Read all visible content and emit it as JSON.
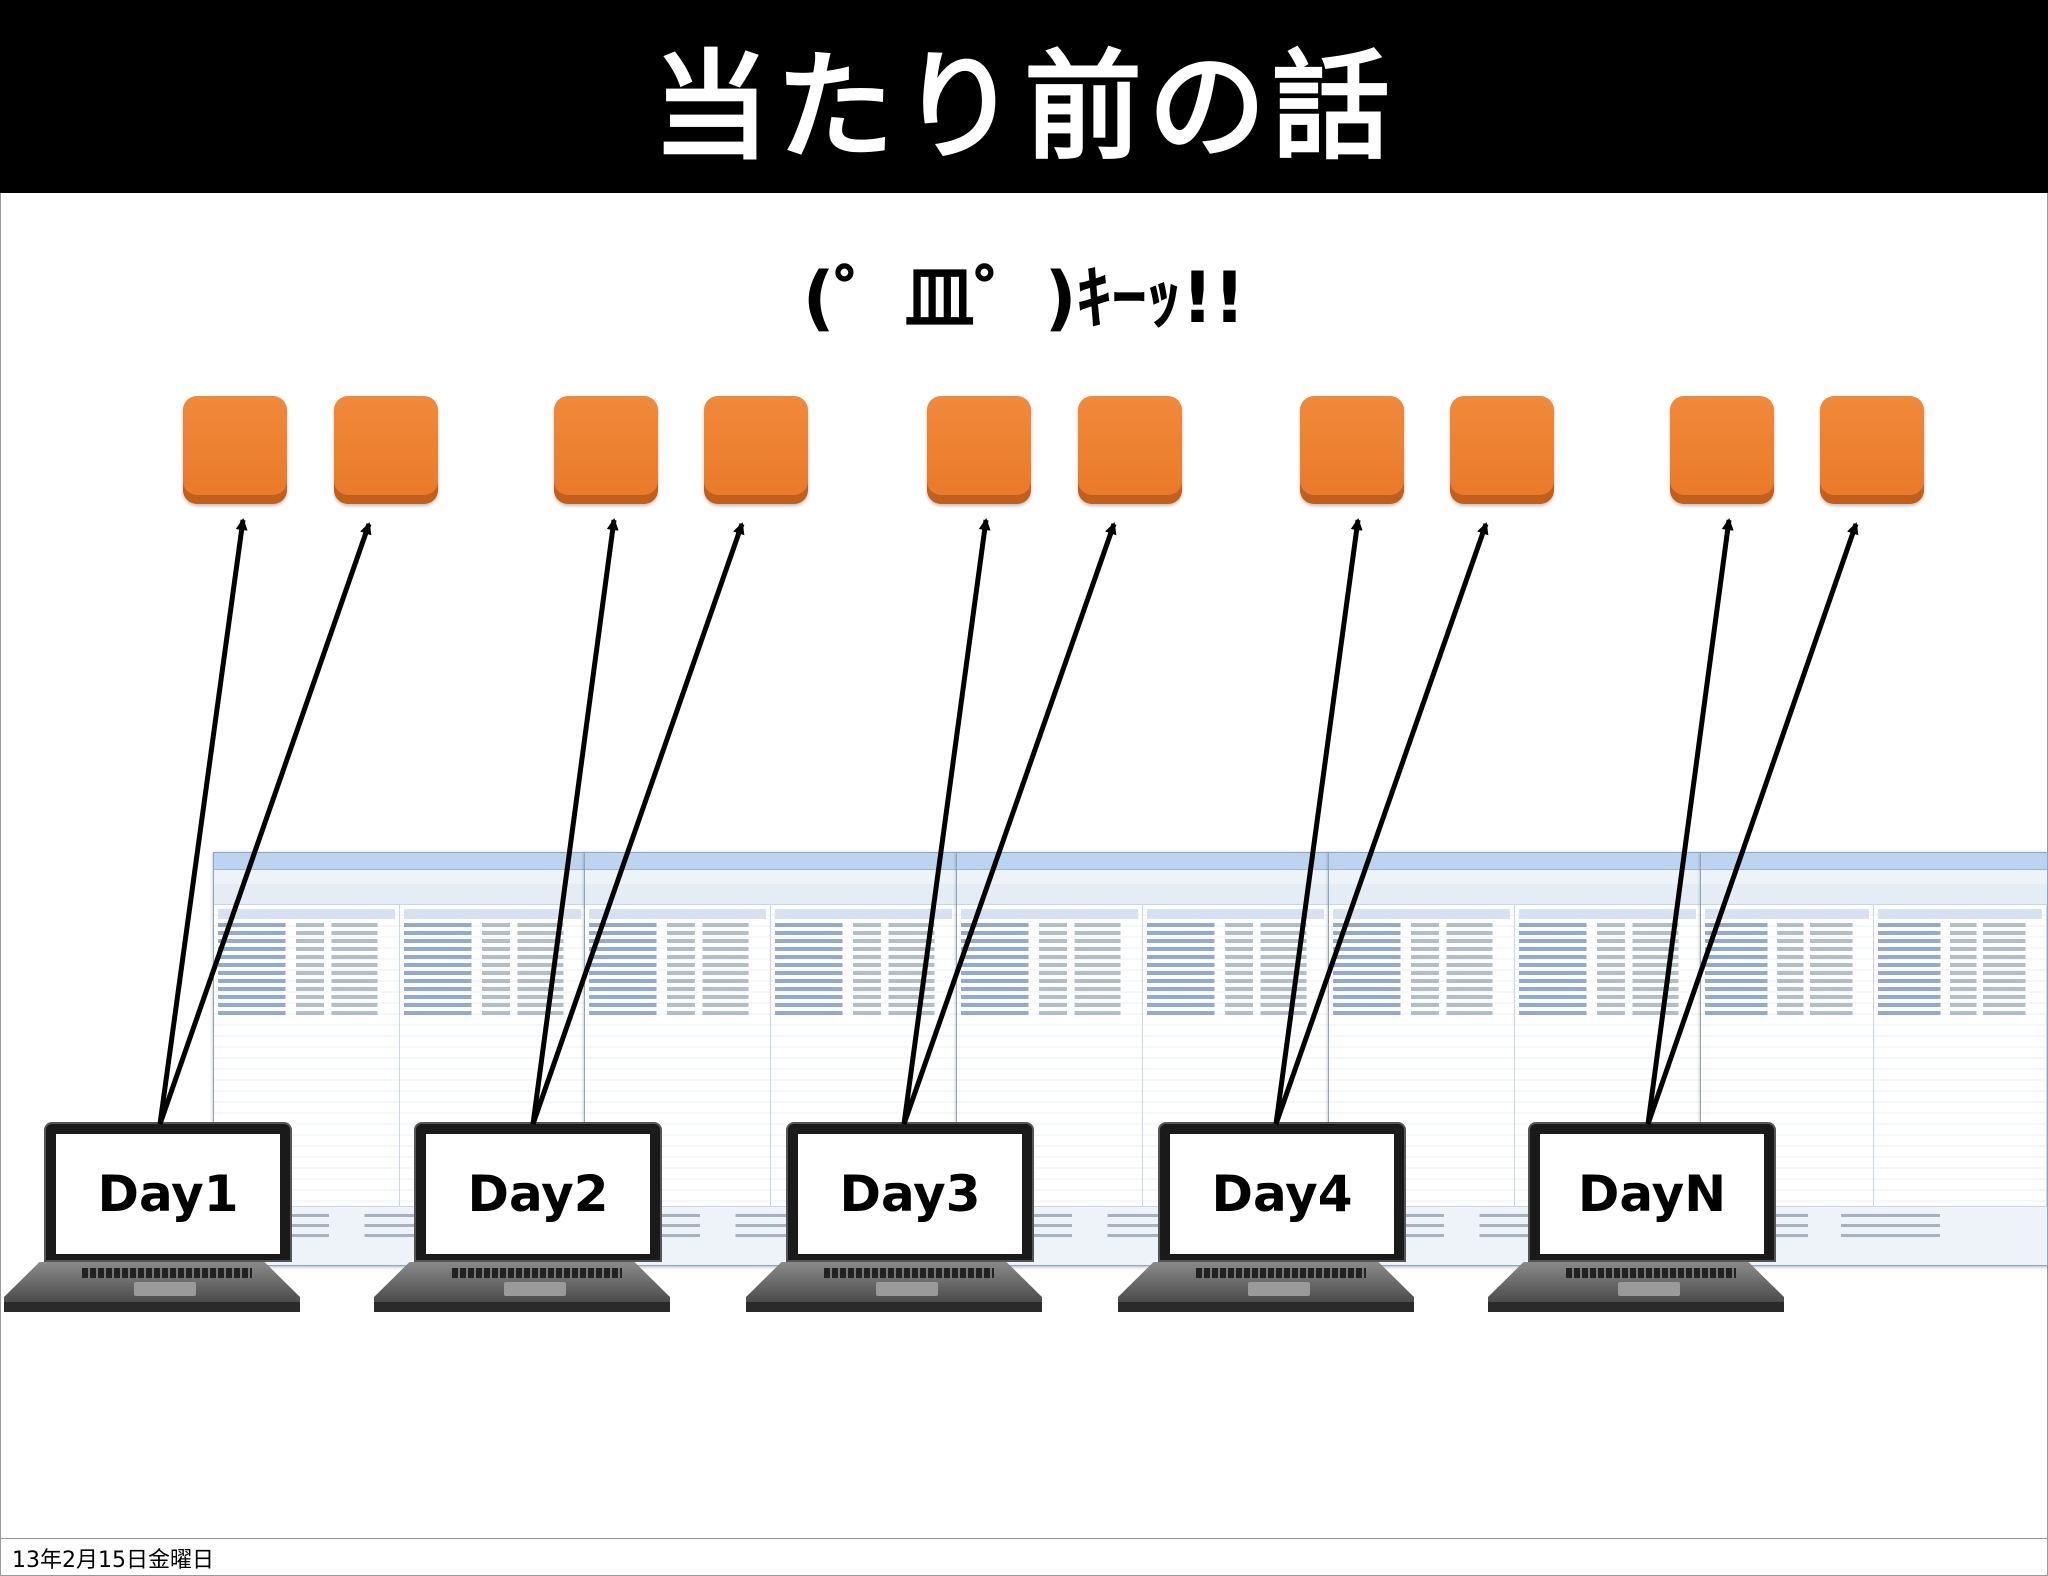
{
  "slide": {
    "title": "当たり前の話",
    "subtitle": "(゜皿゜)ｷｰｯ!!",
    "date": "13年2月15日金曜日"
  },
  "laptops": [
    {
      "label": "Day1"
    },
    {
      "label": "Day2"
    },
    {
      "label": "Day3"
    },
    {
      "label": "Day4"
    },
    {
      "label": "DayN"
    }
  ],
  "server_count": 10,
  "colors": {
    "title_bar": "#000000",
    "server": "#ef8533",
    "arrow": "#000000"
  },
  "icons": {
    "server": "orange-server-icon",
    "laptop": "laptop-icon",
    "window": "ftp-client-window-screenshot"
  }
}
